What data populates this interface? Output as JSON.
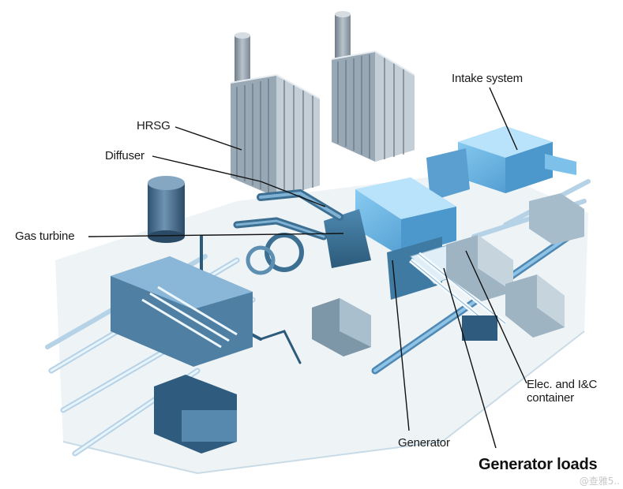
{
  "labels": {
    "hrsg": "HRSG",
    "diffuser": "Diffuser",
    "gas_turbine": "Gas turbine",
    "intake_system": "Intake system",
    "elec_container_line1": "Elec. and I&C",
    "elec_container_line2": "container",
    "generator": "Generator",
    "generator_loads": "Generator loads"
  },
  "watermark": "@查雅5..",
  "colors": {
    "equipment_blue": "#5ba9dc",
    "equipment_dark": "#3c6f8f",
    "stack_gray": "#8e9aa6",
    "leader_line": "#111111",
    "ground": "#eef3f6"
  }
}
